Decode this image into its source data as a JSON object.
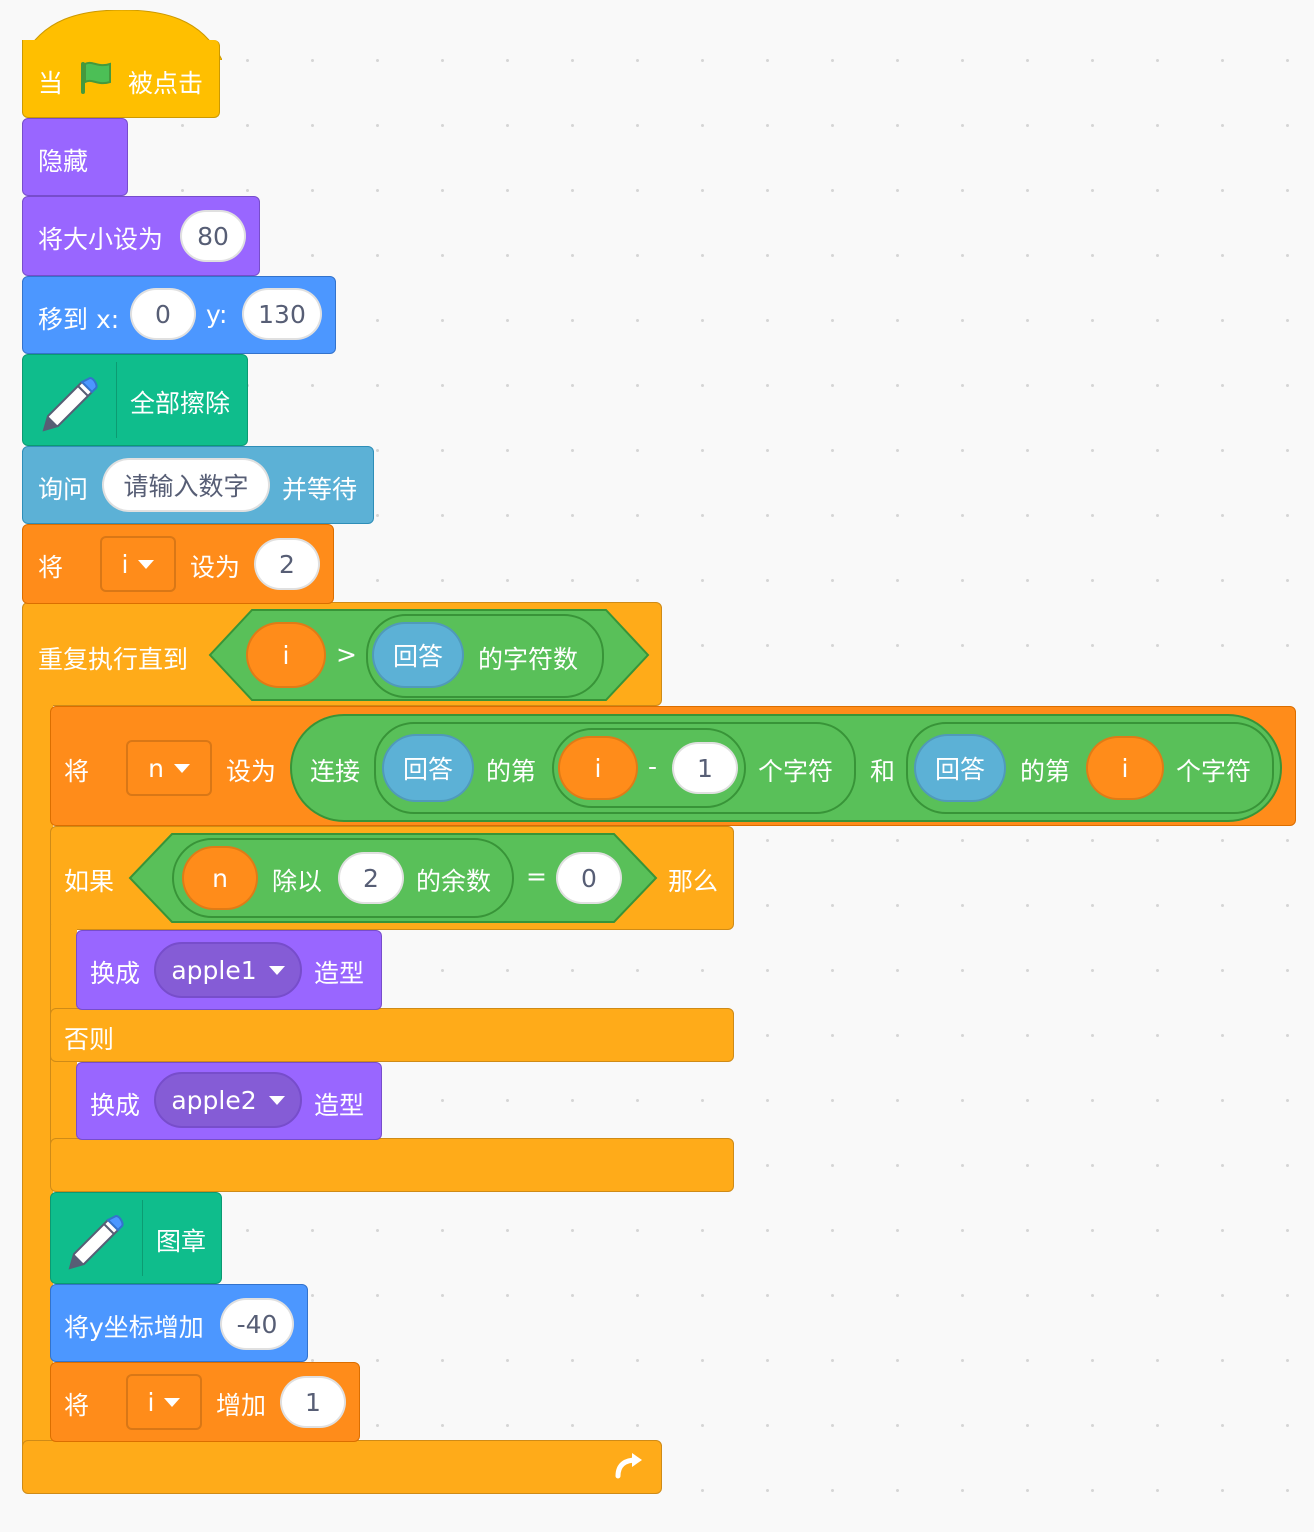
{
  "colors": {
    "events": "#ffbf00",
    "looks": "#9966ff",
    "motion": "#4c97ff",
    "pen": "#0fbd8c",
    "sensing": "#5cb1d6",
    "variables": "#ff8c1a",
    "control": "#ffab19",
    "operators": "#59c059",
    "flag": "#4cbf56"
  },
  "script": {
    "hat": {
      "prefix": "当",
      "flag_icon": "green-flag-icon",
      "suffix": "被点击"
    },
    "hide": {
      "label": "隐藏"
    },
    "set_size": {
      "label": "将大小设为",
      "value": "80"
    },
    "goto": {
      "label": "移到 x:",
      "x": "0",
      "y_label": "y:",
      "y": "130"
    },
    "clear": {
      "icon": "pen-icon",
      "label": "全部擦除"
    },
    "ask": {
      "label": "询问",
      "prompt": "请输入数字",
      "suffix": "并等待"
    },
    "set_i": {
      "label": "将",
      "var": "i",
      "to_label": "设为",
      "value": "2"
    },
    "repeat_until": {
      "label": "重复执行直到",
      "left": "i",
      "op": ">",
      "answer": "回答",
      "length_label": "的字符数",
      "loop_icon": "loop-arrow-icon"
    },
    "set_n": {
      "label": "将",
      "var": "n",
      "to_label": "设为",
      "join_label": "连接",
      "answer1": "回答",
      "letter1_label": "的第",
      "i1": "i",
      "minus": "-",
      "one": "1",
      "char1_label": "个字符",
      "and_label": "和",
      "answer2": "回答",
      "letter2_label": "的第",
      "i2": "i",
      "char2_label": "个字符"
    },
    "if_else": {
      "if_label": "如果",
      "n": "n",
      "mod_label": "除以",
      "divisor": "2",
      "remainder_label": "的余数",
      "eq": "=",
      "zero": "0",
      "then_label": "那么",
      "else_label": "否则"
    },
    "costume1": {
      "label": "换成",
      "costume": "apple1",
      "suffix": "造型"
    },
    "costume2": {
      "label": "换成",
      "costume": "apple2",
      "suffix": "造型"
    },
    "stamp": {
      "icon": "pen-icon",
      "label": "图章"
    },
    "change_y": {
      "label": "将y坐标增加",
      "value": "-40"
    },
    "change_i": {
      "label": "将",
      "var": "i",
      "by_label": "增加",
      "value": "1"
    }
  }
}
